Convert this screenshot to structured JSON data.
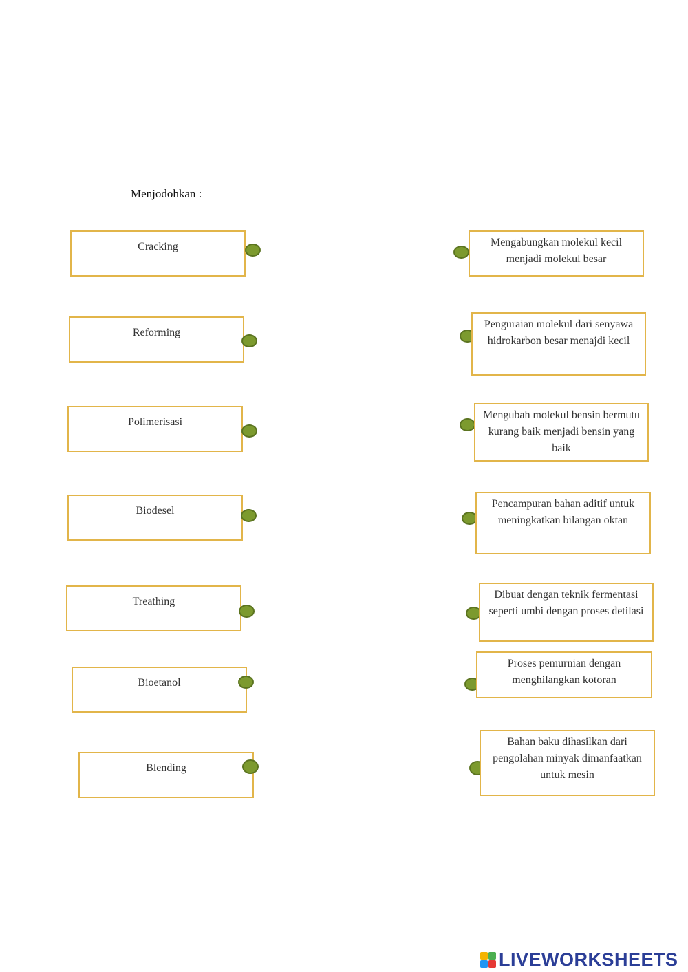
{
  "title": "Menjodohkan :",
  "left_items": [
    "Cracking",
    "Reforming",
    "Polimerisasi",
    "Biodesel",
    "Treathing",
    "Bioetanol",
    "Blending"
  ],
  "right_items": [
    "Mengabungkan molekul kecil menjadi molekul besar",
    "Penguraian molekul dari senyawa hidrokarbon besar menajdi kecil",
    "Mengubah molekul bensin bermutu kurang baik menjadi bensin yang baik",
    "Pencampuran bahan aditif untuk meningkatkan bilangan oktan",
    "Dibuat dengan teknik fermentasi seperti umbi dengan proses detilasi",
    "Proses pemurnian dengan menghilangkan kotoran",
    "Bahan baku dihasilkan dari pengolahan minyak dimanfaatkan untuk mesin"
  ],
  "brand": {
    "name": "LIVEWORKSHEETS",
    "logo_icon": "liveworksheets-logo-icon"
  },
  "colors": {
    "box_border": "#e2b54a",
    "dot_fill": "#7c9a2e",
    "brand_text": "#2b3e97"
  }
}
